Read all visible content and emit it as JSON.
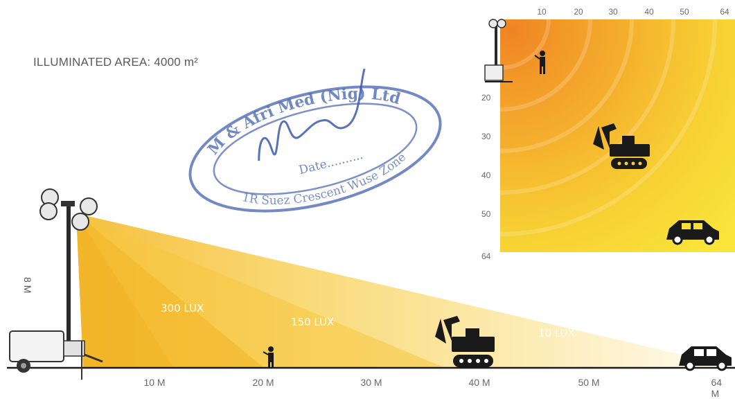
{
  "header": {
    "area_label": "ILLUMINATED AREA: 4000 m²"
  },
  "tower": {
    "height_label": "8 M"
  },
  "lux_zones": [
    {
      "label": "300 LUX"
    },
    {
      "label": "150 LUX"
    },
    {
      "label": "10 LUX"
    }
  ],
  "distance_axis": {
    "ticks": [
      "10 M",
      "20 M",
      "30 M",
      "40 M",
      "50 M",
      "64 M"
    ]
  },
  "inset_map": {
    "top_ticks": [
      "10",
      "20",
      "30",
      "40",
      "50",
      "64"
    ],
    "left_ticks": [
      "20",
      "30",
      "40",
      "50",
      "64"
    ]
  },
  "stamp": {
    "text_top": "M & Afri Med (Nig) Ltd",
    "text_bottom": "1R Suez Crescent Wuse Zone",
    "date_label": "Date..........",
    "signature": "Affout"
  },
  "colors": {
    "beam_near": "#f7c23a",
    "beam_far": "#fdf3c9",
    "inset_hot": "#ef8a22",
    "inset_cool": "#f8e23a",
    "stamp_ink": "#5a74b8",
    "ink": "#1a1a1a"
  }
}
